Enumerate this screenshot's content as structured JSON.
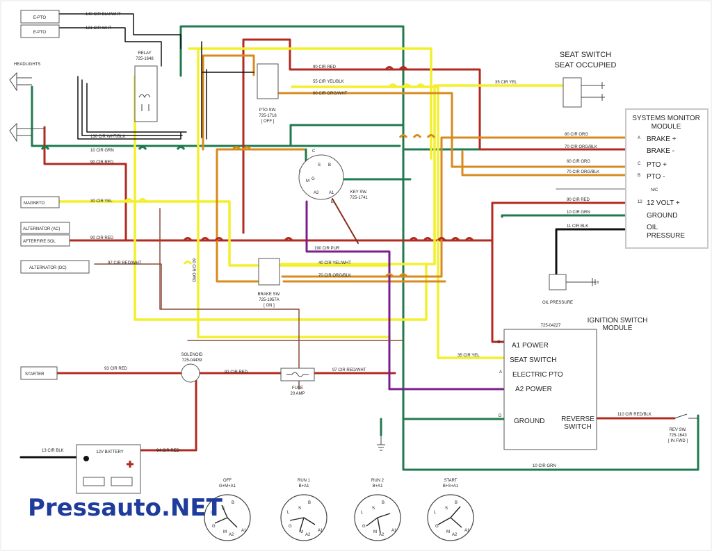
{
  "colors": {
    "red": "#b12a1f",
    "yellow": "#f3ef2d",
    "orange": "#d88a1c",
    "green": "#1f7a4d",
    "purple": "#7a1e8c",
    "black": "#111111",
    "blue": "#2a3a9a",
    "wm": "#1f3c9c"
  },
  "components": {
    "epto1": "E-PTO",
    "epto2": "E-PTO",
    "headlights": "HEADLIGHTS",
    "relay": "RELAY",
    "relay_pn": "725-1648",
    "magneto": "MAGNETO",
    "alt_ac": "ALTERNATOR (AC)",
    "afterfire": "AFTERFIRE SOL",
    "alt_dc": "ALTERNATOR (DC)",
    "starter": "STARTER",
    "solenoid": "SOLENOID",
    "solenoid_pn": "725-04439",
    "fuse": "FUSE",
    "fuse_rating": "20 AMP",
    "battery": "12V BATTERY",
    "pto_sw": "PTO SW.",
    "pto_sw_pn": "725-1718",
    "pto_sw_state": "[ OFF ]",
    "key_sw": "KEY SW.",
    "key_sw_pn": "725-1741",
    "brake_sw": "BRAKE SW.",
    "brake_sw_pn": "725-1957A",
    "brake_sw_state": "[ ON ]",
    "seat_switch_1": "SEAT SWITCH",
    "seat_switch_2": "SEAT OCCUPIED",
    "oil_pressure": "OIL PRESSURE",
    "rev_sw": "REV SW.",
    "rev_sw_pn": "725-1643",
    "rev_sw_state": "[ IN FWD ]"
  },
  "wires": {
    "w140": "140 CIR BLU/WHT",
    "w121": "121 CIR WHT",
    "w130": "130 CIR WHT/BLK",
    "w10a": "10 CIR GRN",
    "w90a": "90 CIR RED",
    "w30": "30 CIR YEL",
    "w90b": "90 CIR RED",
    "w97a": "97 CIR RED/WHT",
    "w93": "93 CIR RED",
    "w60v": "60 CIR ORG",
    "w90c": "90 CIR RED",
    "w55": "55 CIR YEL/BLK",
    "w60b": "60 CIR ORG/WHT",
    "w35a": "35 CIR YEL",
    "w80": "80 CIR ORG",
    "w70a": "70 CIR ORG/BLK",
    "w60c": "60 CIR ORG",
    "w70b": "70 CIR ORG/BLK",
    "w90d": "90 CIR RED",
    "w10b": "10 CIR GRN",
    "w11": "11 CIR BLK",
    "w190": "190 CIR PUR",
    "w40": "40 CIR YEL/WHT",
    "w70c": "70 CIR ORG/BLK",
    "w92": "92 CIR RED",
    "w97b": "97 CIR RED/WHT",
    "w35b": "35 CIR YEL",
    "w13": "13 CIR BLK",
    "w94": "94 CIR RED",
    "w110": "110 CIR RED/BLK",
    "w10c": "10 CIR GRN"
  },
  "sysmon": {
    "title1": "SYSTEMS MONITOR",
    "title2": "MODULE",
    "pins": [
      {
        "pin": "A",
        "label": "BRAKE +"
      },
      {
        "pin": "",
        "label": "BRAKE -"
      },
      {
        "pin": "C",
        "label": "PTO +"
      },
      {
        "pin": "B",
        "label": "PTO -"
      },
      {
        "pin": "",
        "label": "N/C"
      },
      {
        "pin": "12",
        "label": "12 VOLT +"
      },
      {
        "pin": "",
        "label": "GROUND"
      },
      {
        "pin": "",
        "label": "OIL"
      },
      {
        "pin": "",
        "label": "PRESSURE"
      }
    ]
  },
  "ignition": {
    "title1": "IGNITION SWITCH",
    "title2": "MODULE",
    "pn": "725-04227",
    "labels": [
      "A1 POWER",
      "SEAT SWITCH",
      "ELECTRIC PTO",
      "A2 POWER",
      "GROUND",
      "REVERSE",
      "SWITCH"
    ],
    "pins": [
      "G",
      "A",
      "D"
    ]
  },
  "keypos": [
    {
      "name": "OFF",
      "desc": "G+M+A1"
    },
    {
      "name": "RUN 1",
      "desc": "B+A1"
    },
    {
      "name": "RUN 2",
      "desc": "B+A1"
    },
    {
      "name": "START",
      "desc": "B+S+A1"
    }
  ],
  "key_terminals": [
    "C",
    "S",
    "B",
    "L",
    "M",
    "G",
    "A2",
    "A1",
    "E"
  ],
  "watermark": "Pressauto.NET"
}
